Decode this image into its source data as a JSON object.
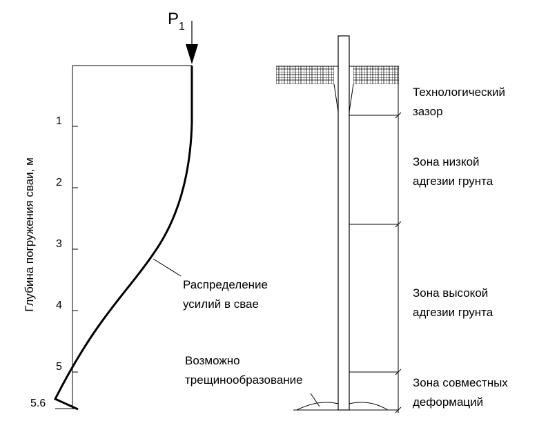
{
  "load": {
    "letter": "P",
    "subscript": "1"
  },
  "axis": {
    "ylabel": "Глубина погружения сваи, м",
    "ticks": [
      "1",
      "2",
      "3",
      "4",
      "5",
      "5.6"
    ]
  },
  "curve_label": {
    "line1": "Распределение",
    "line2": "усилий в свае"
  },
  "crack_label": {
    "line1": "Возможно",
    "line2": "трещинообразование"
  },
  "zones": [
    {
      "line1": "Технологический",
      "line2": "зазор"
    },
    {
      "line1": "Зона низкой",
      "line2": "адгезии грунта"
    },
    {
      "line1": "Зона высокой",
      "line2": "адгезии грунта"
    },
    {
      "line1": "Зона совместных",
      "line2": "деформаций"
    }
  ],
  "colors": {
    "ink": "#000000",
    "background": "#ffffff"
  }
}
